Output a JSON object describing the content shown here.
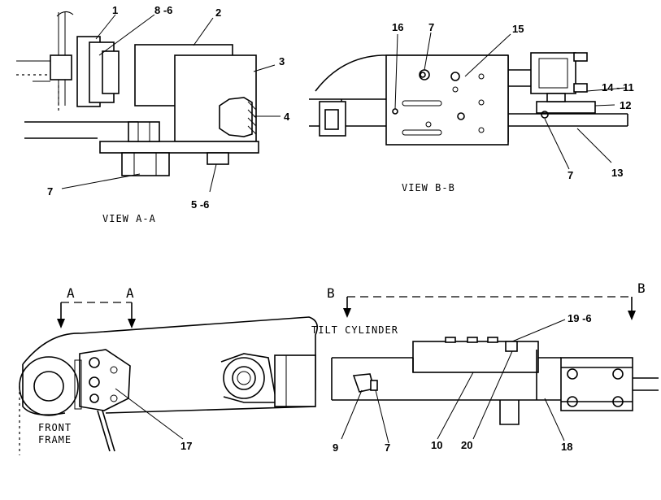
{
  "view_titles": {
    "view_aa": "VIEW A-A",
    "view_bb": "VIEW B-B"
  },
  "section_markers": {
    "a_left": "A",
    "a_right": "A",
    "b_left": "B",
    "b_right": "B"
  },
  "text_labels": {
    "tilt_cylinder": "TILT CYLINDER",
    "front": "FRONT",
    "frame": "FRAME"
  },
  "callouts": {
    "c1": "1",
    "c8_6": "8 -6",
    "c2": "2",
    "c3": "3",
    "c4": "4",
    "c7_aa": "7",
    "c5_6": "5 -6",
    "c16": "16",
    "c7_bb_top": "7",
    "c15": "15",
    "c14_11": "14 - 11",
    "c12": "12",
    "c7_bb_bottom": "7",
    "c13": "13",
    "c17": "17",
    "c19_6": "19 -6",
    "c9": "9",
    "c7_bottom": "7",
    "c10": "10",
    "c20": "20",
    "c18": "18"
  }
}
